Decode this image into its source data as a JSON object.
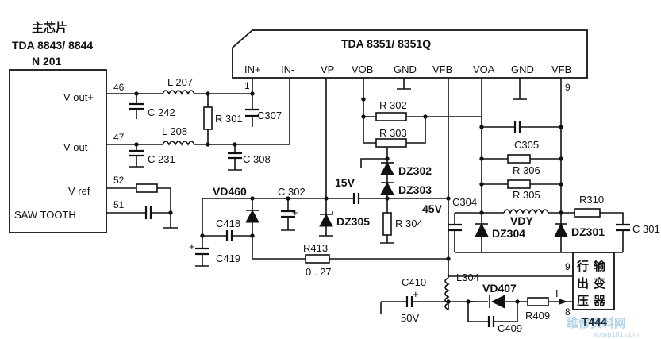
{
  "left_chip": {
    "title": "主芯片",
    "model": "TDA 8843/ 8844",
    "ref": "N 201",
    "pins": [
      {
        "name": "V out+",
        "number": "46"
      },
      {
        "name": "V out-",
        "number": "47"
      },
      {
        "name": "V ref",
        "number": "52"
      },
      {
        "name": "SAW TOOTH",
        "number": "51"
      }
    ]
  },
  "right_ic": {
    "model": "TDA 8351/ 8351Q",
    "pins": [
      "IN+",
      "IN-",
      "VP",
      "VOB",
      "GND",
      "VFB",
      "VOA",
      "GND",
      "VFB"
    ],
    "pin1": "1",
    "pin9": "9"
  },
  "transformer": {
    "chars": [
      "行",
      "输",
      "出",
      "变",
      "压",
      "器"
    ],
    "ref": "T444",
    "pin9": "9",
    "pin8": "8",
    "current": "I"
  },
  "components": {
    "L207": "L 207",
    "L208": "L 208",
    "C242": "C 242",
    "C231": "C 231",
    "R301": "R 301",
    "C307": "C307",
    "C308": "C 308",
    "R302": "R 302",
    "R303": "R 303",
    "DZ302": "DZ302",
    "DZ303": "DZ303",
    "C305": "C305",
    "R306": "R 306",
    "R305": "R 305",
    "R310": "R310",
    "C301": "C 301",
    "VDY": "VDY",
    "DZ304": "DZ304",
    "DZ301": "DZ301",
    "C304": "C304",
    "VD460": "VD460",
    "C302": "C 302",
    "C418": "C418",
    "C419": "C419",
    "DZ305": "DZ305",
    "R304": "R 304",
    "R413": "R413",
    "R413_value": "0 . 27",
    "L304": "L304",
    "VD407": "VD407",
    "C410": "C410",
    "C409": "C409",
    "R409": "R409"
  },
  "voltages": {
    "v15": "15V",
    "v45": "45V",
    "v50": "50V"
  },
  "watermark": {
    "text": "维修资料网",
    "url": "wxwp101.com"
  }
}
